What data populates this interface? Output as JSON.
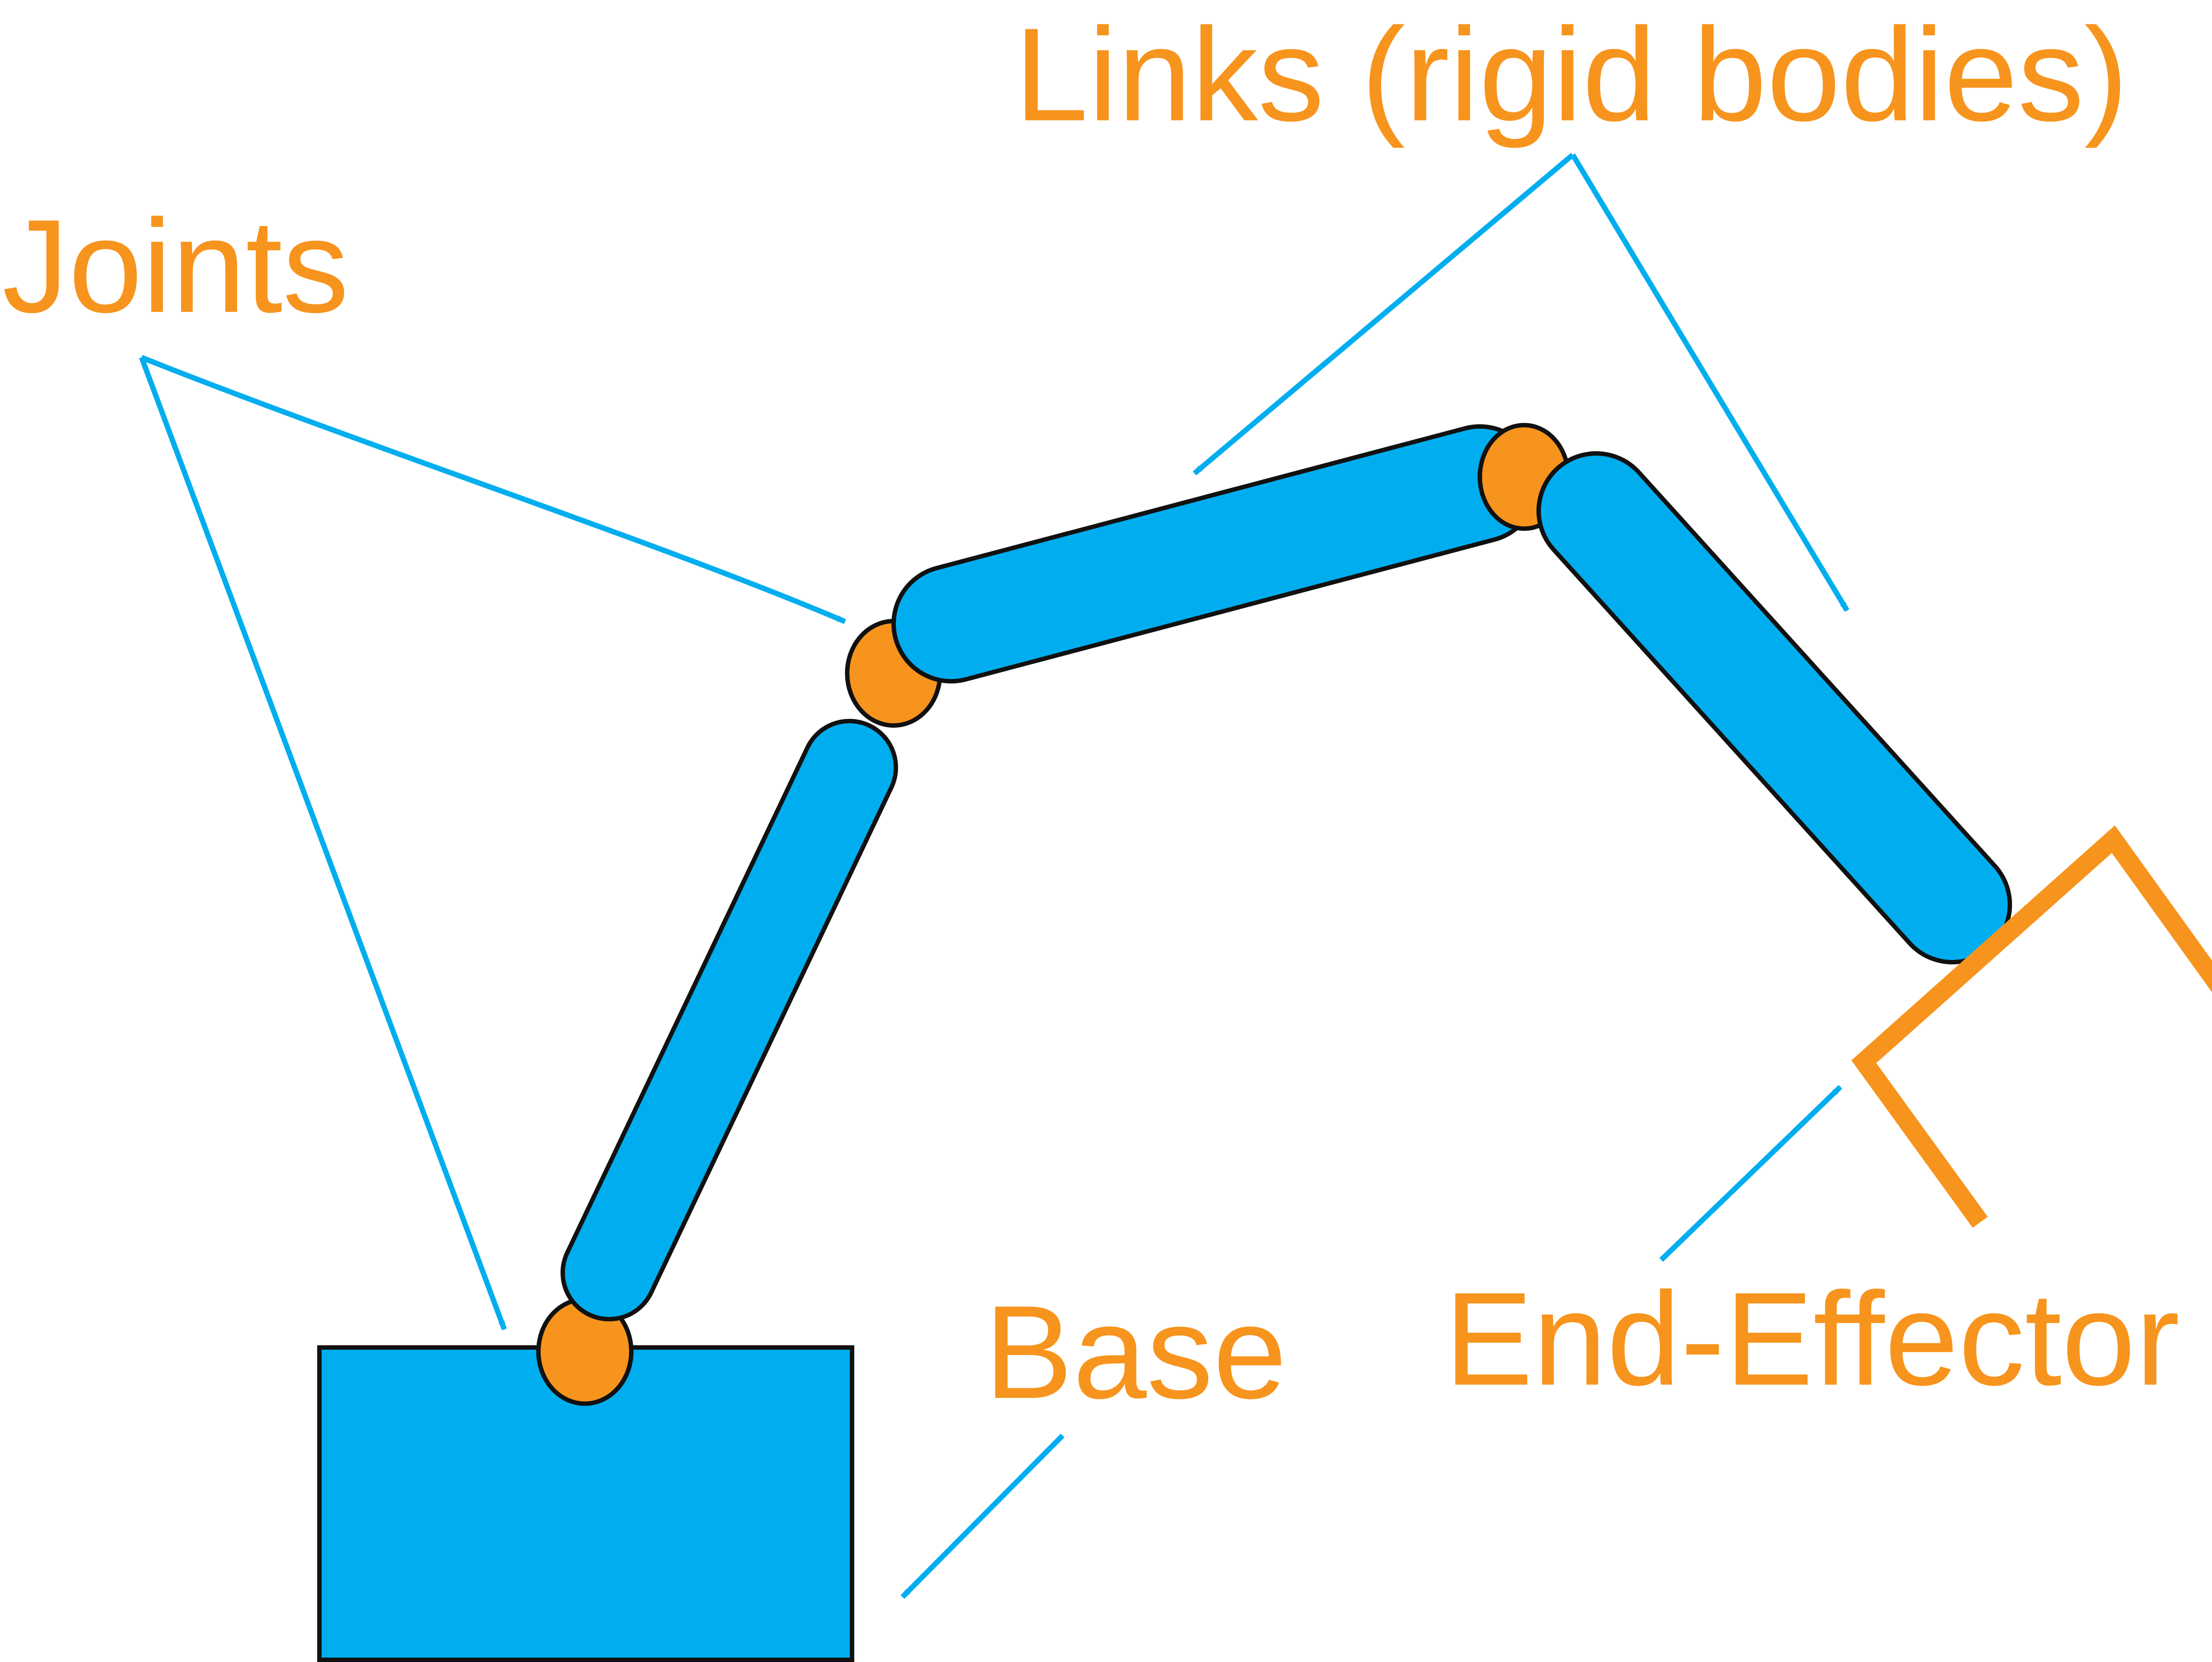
{
  "labels": {
    "links": "Links (rigid bodies)",
    "joints": "Joints",
    "base": "Base",
    "end_effector": "End-Effector"
  },
  "colors": {
    "link_fill": "#00aeef",
    "joint_fill": "#f7941d",
    "label_text": "#f7941d",
    "arrow": "#00aeef",
    "outline": "#111111",
    "gripper": "#f7941d"
  },
  "icons": {
    "arrowhead": "filled-arrowhead-icon"
  }
}
